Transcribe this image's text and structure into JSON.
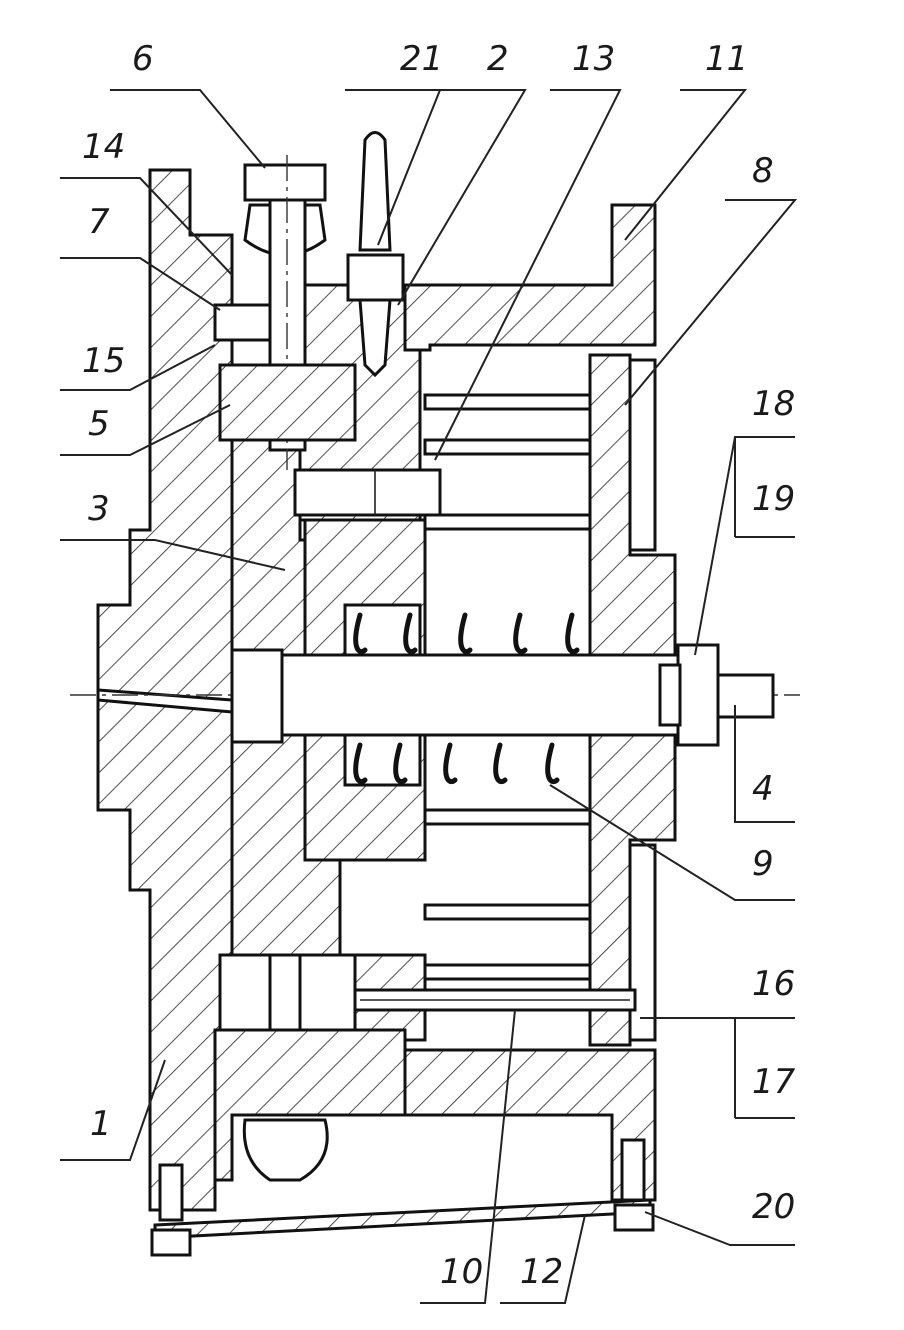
{
  "callouts": [
    {
      "id": "c6",
      "label": "6"
    },
    {
      "id": "c21",
      "label": "21"
    },
    {
      "id": "c2",
      "label": "2"
    },
    {
      "id": "c13",
      "label": "13"
    },
    {
      "id": "c11",
      "label": "11"
    },
    {
      "id": "c14",
      "label": "14"
    },
    {
      "id": "c8",
      "label": "8"
    },
    {
      "id": "c7",
      "label": "7"
    },
    {
      "id": "c15",
      "label": "15"
    },
    {
      "id": "c5",
      "label": "5"
    },
    {
      "id": "c18",
      "label": "18"
    },
    {
      "id": "c19",
      "label": "19"
    },
    {
      "id": "c3",
      "label": "3"
    },
    {
      "id": "c4",
      "label": "4"
    },
    {
      "id": "c9",
      "label": "9"
    },
    {
      "id": "c16",
      "label": "16"
    },
    {
      "id": "c17",
      "label": "17"
    },
    {
      "id": "c1",
      "label": "1"
    },
    {
      "id": "c20",
      "label": "20"
    },
    {
      "id": "c10",
      "label": "10"
    },
    {
      "id": "c12",
      "label": "12"
    }
  ]
}
